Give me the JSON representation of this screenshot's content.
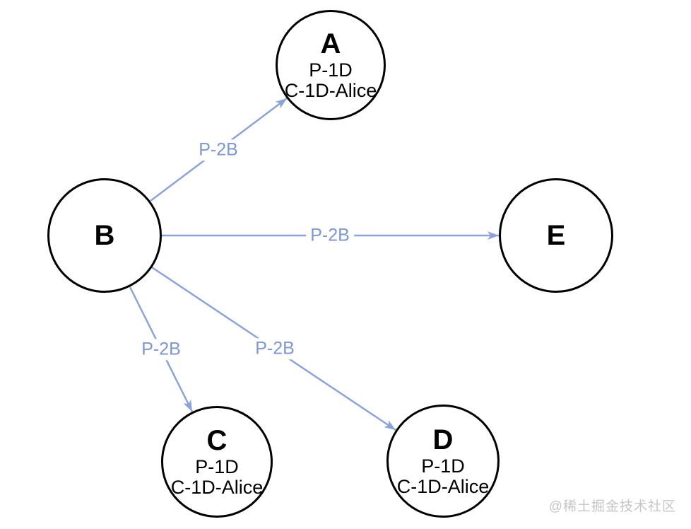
{
  "diagram": {
    "nodes": [
      {
        "id": "A",
        "label": "A",
        "line1": "P-1D",
        "line2": "C-1D-Alice"
      },
      {
        "id": "B",
        "label": "B"
      },
      {
        "id": "C",
        "label": "C",
        "line1": "P-1D",
        "line2": "C-1D-Alice"
      },
      {
        "id": "D",
        "label": "D",
        "line1": "P-1D",
        "line2": "C-1D-Alice"
      },
      {
        "id": "E",
        "label": "E"
      }
    ],
    "edges": [
      {
        "from": "B",
        "to": "A",
        "label": "P-2B"
      },
      {
        "from": "B",
        "to": "E",
        "label": "P-2B"
      },
      {
        "from": "B",
        "to": "C",
        "label": "P-2B"
      },
      {
        "from": "B",
        "to": "D",
        "label": "P-2B"
      }
    ],
    "colors": {
      "edge": "#8ba3d9",
      "edge_label": "#7d98d1",
      "node_stroke": "#000000",
      "node_fill": "#ffffff",
      "background": "#ffffff"
    }
  },
  "watermark": {
    "text": "@稀土掘金技术社区",
    "color": "#c6c6c6"
  }
}
